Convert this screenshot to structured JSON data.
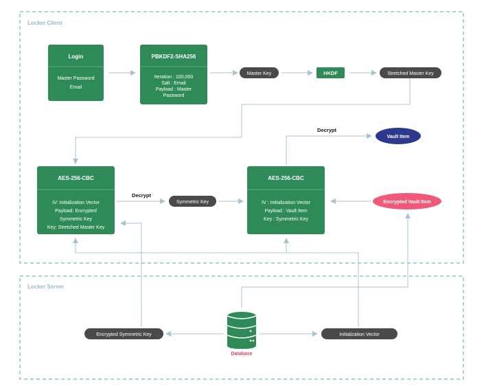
{
  "colors": {
    "green": "#2e8b57",
    "dark_pill": "#4a4a4a",
    "navy": "#2b3a8f",
    "pink": "#f05a78",
    "arrow": "#a9c3d3",
    "dash": "#7fb4b0",
    "region_label": "#9fb8c6",
    "db_label": "#e0475c"
  },
  "regions": {
    "client": "Locker Client",
    "server": "Locker Server"
  },
  "login": {
    "title": "Login",
    "lines": [
      "Master Password",
      "Email"
    ]
  },
  "pbkdf2": {
    "title": "PBKDF2-SHA256",
    "lines": [
      "Iteration : 100,000",
      "Salt : Email",
      "Payload : Master",
      "Password"
    ]
  },
  "master_key": "Master Key",
  "hkdf": "HKDF",
  "stretched_master_key": "Stretched Master Key",
  "aes_left": {
    "title": "AES-256-CBC",
    "lines": [
      "IV: Initialization Vector",
      "Payload: Encrypted",
      "Symmetric Key",
      "Key: Stretched Master Key"
    ]
  },
  "decrypt_left": "Decrypt",
  "symmetric_key": "Symmetric Key",
  "aes_right": {
    "title": "AES-256-CBC",
    "lines": [
      "IV : Initialization Vector",
      "Payload : Vault Item",
      "Key : Symmetric Key"
    ]
  },
  "decrypt_top": "Decrypt",
  "vault_item": "Vault Item",
  "encrypted_vault_item": "Encrypted Vault Item",
  "encrypted_symmetric_key": "Encrypted Symmetric Key",
  "database": "Database",
  "initialization_vector": "Initialization Vector"
}
